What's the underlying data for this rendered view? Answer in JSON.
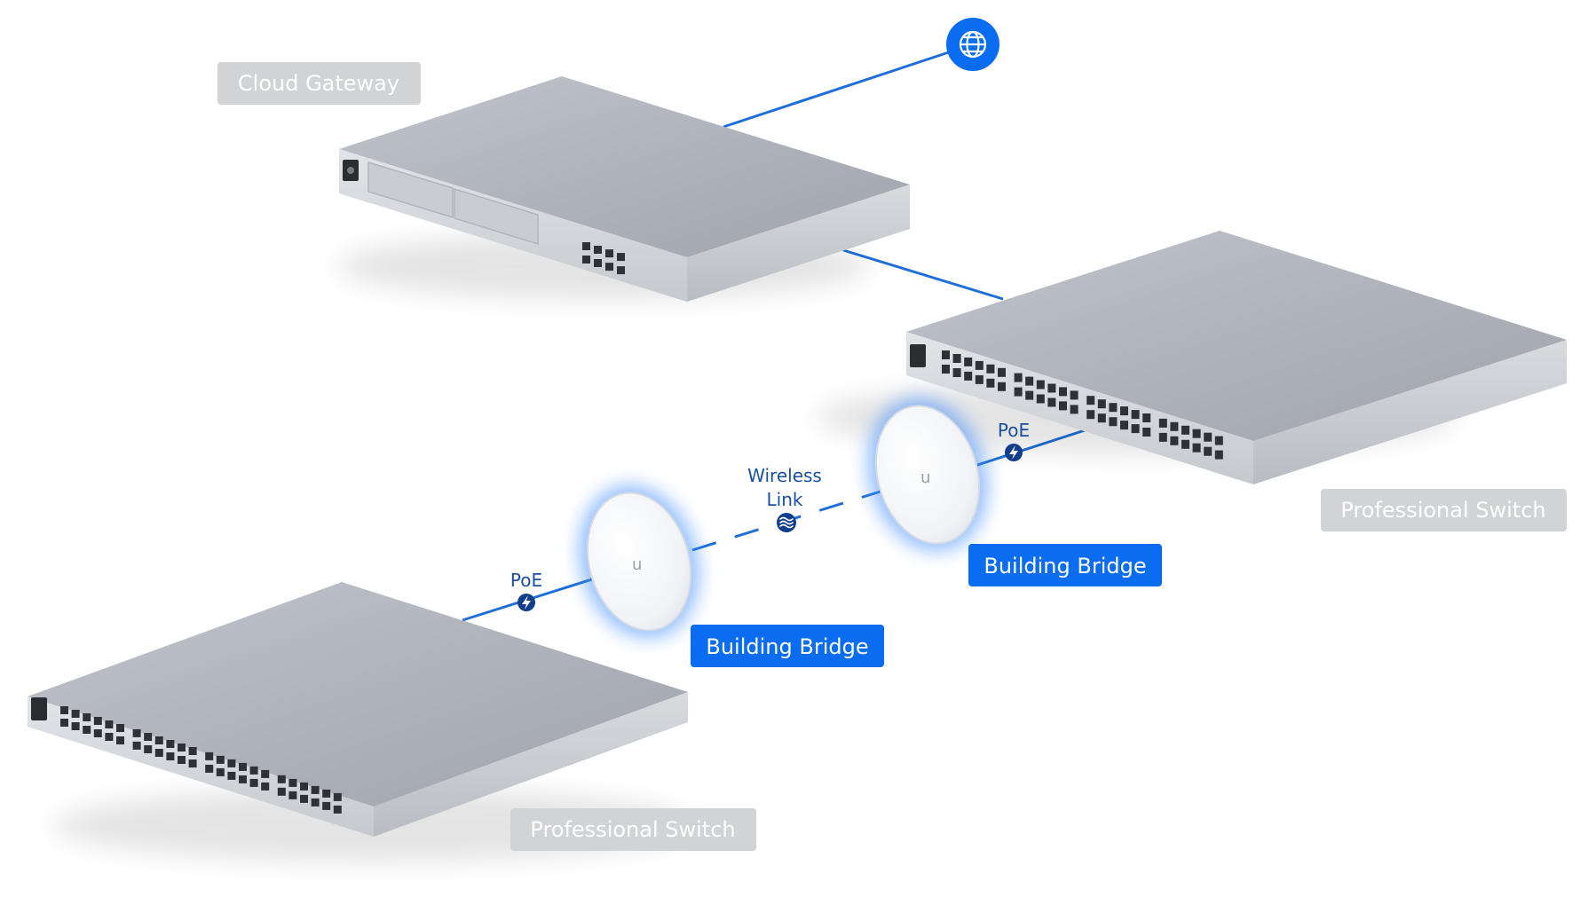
{
  "labels": {
    "cloud_gateway": "Cloud Gateway",
    "switch_right": "Professional Switch",
    "switch_left": "Professional Switch",
    "bridge_right": "Building Bridge",
    "bridge_left": "Building Bridge",
    "poe_right": "PoE",
    "poe_left": "PoE",
    "wireless_line1": "Wireless",
    "wireless_line2": "Link",
    "bridge_logo": "u"
  },
  "icons": {
    "internet": "globe-icon",
    "poe": "lightning-bolt-icon",
    "wireless": "wireless-wave-icon"
  },
  "colors": {
    "accent": "#0a6cf0",
    "link_line": "#1f6fd8",
    "poe_badge": "#103e8a",
    "device_top": "#aeb3bc",
    "device_front": "#d4d7dc",
    "tag_gray": "#d2d3d5",
    "tag_text_light": "#ffffff",
    "label_blue": "#1b4fa0"
  }
}
